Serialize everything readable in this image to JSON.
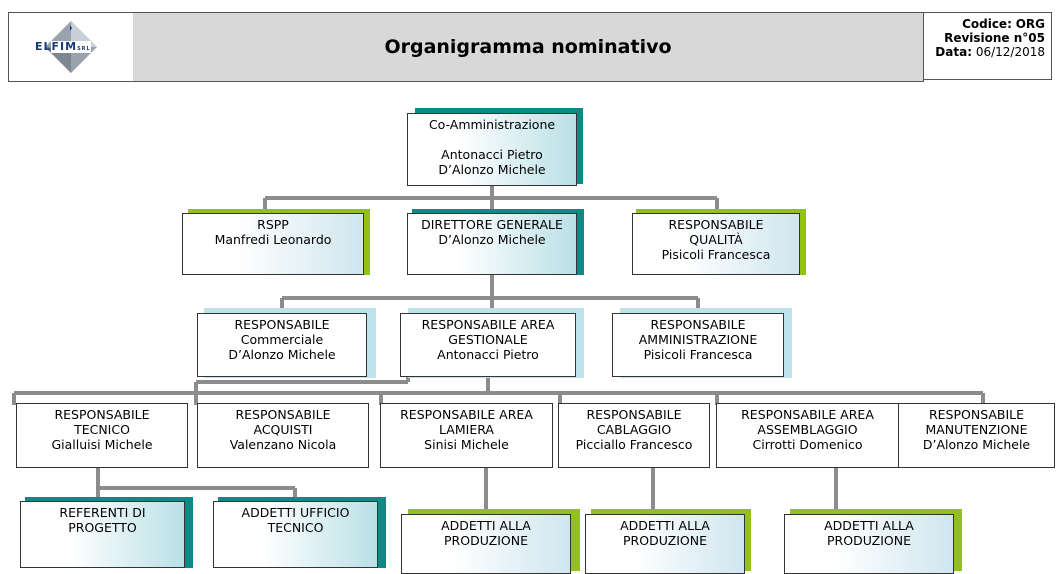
{
  "header": {
    "logo_text": "ELFIM",
    "logo_sub": "SRL",
    "title": "Organigramma nominativo",
    "code_label": "Codice:",
    "code_value": "ORG",
    "revision": "Revisione n°05",
    "date_label": "Data:",
    "date_value": "06/12/2018"
  },
  "nodes": {
    "co_amm": {
      "l1": "Co-Amministrazione",
      "l2": "",
      "l3": "Antonacci Pietro",
      "l4": "D’Alonzo Michele"
    },
    "rspp": {
      "l1": "RSPP",
      "l2": "Manfredi Leonardo"
    },
    "direttore": {
      "l1": "DIRETTORE GENERALE",
      "l2": "D’Alonzo Michele"
    },
    "qualita": {
      "l1": "RESPONSABILE",
      "l2": "QUALITÀ",
      "l3": "Pisicoli Francesca"
    },
    "commerciale": {
      "l1": "RESPONSABILE",
      "l2": "Commerciale",
      "l3": "D’Alonzo Michele"
    },
    "gestionale": {
      "l1": "RESPONSABILE AREA",
      "l2": "GESTIONALE",
      "l3": "Antonacci Pietro"
    },
    "amministrazione": {
      "l1": "RESPONSABILE",
      "l2": "AMMINISTRAZIONE",
      "l3": "Pisicoli Francesca"
    },
    "tecnico": {
      "l1": "RESPONSABILE",
      "l2": "TECNICO",
      "l3": "Gialluisi Michele"
    },
    "acquisti": {
      "l1": "RESPONSABILE",
      "l2": "ACQUISTI",
      "l3": "Valenzano Nicola"
    },
    "lamiera": {
      "l1": "RESPONSABILE AREA",
      "l2": "LAMIERA",
      "l3": "Sinisi Michele"
    },
    "cablaggio": {
      "l1": "RESPONSABILE",
      "l2": "CABLAGGIO",
      "l3": "Picciallo Francesco"
    },
    "assemblaggio": {
      "l1": "RESPONSABILE AREA",
      "l2": "ASSEMBLAGGIO",
      "l3": "Cirrotti Domenico"
    },
    "manutenzione": {
      "l1": "RESPONSABILE",
      "l2": "MANUTENZIONE",
      "l3": "D’Alonzo Michele"
    },
    "referenti": {
      "l1": "REFERENTI DI",
      "l2": "PROGETTO"
    },
    "ufficio_tecnico": {
      "l1": "ADDETTI UFFICIO",
      "l2": "TECNICO"
    },
    "prod1": {
      "l1": "ADDETTI ALLA",
      "l2": "PRODUZIONE"
    },
    "prod2": {
      "l1": "ADDETTI ALLA",
      "l2": "PRODUZIONE"
    },
    "prod3": {
      "l1": "ADDETTI ALLA",
      "l2": "PRODUZIONE"
    }
  }
}
